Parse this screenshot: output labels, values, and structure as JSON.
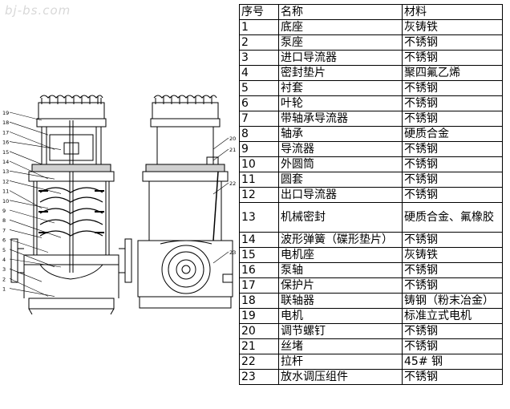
{
  "watermark": "bj-bs.com",
  "drawing": {
    "callouts_left": [
      "19",
      "18",
      "17",
      "16",
      "15",
      "14",
      "13",
      "12",
      "11",
      "10",
      "9",
      "8",
      "7",
      "6",
      "5",
      "4",
      "3",
      "2",
      "1"
    ],
    "callouts_right": [
      "20",
      "21",
      "22",
      "23"
    ]
  },
  "table": {
    "headers": [
      "序号",
      "名称",
      "材料"
    ],
    "rows": [
      [
        "1",
        "底座",
        "灰铸铁"
      ],
      [
        "2",
        "泵座",
        "不锈钢"
      ],
      [
        "3",
        "进口导流器",
        "不锈钢"
      ],
      [
        "4",
        "密封垫片",
        "聚四氟乙烯"
      ],
      [
        "5",
        "衬套",
        "不锈钢"
      ],
      [
        "6",
        "叶轮",
        "不锈钢"
      ],
      [
        "7",
        "带轴承导流器",
        "不锈钢"
      ],
      [
        "8",
        "轴承",
        "硬质合金"
      ],
      [
        "9",
        "导流器",
        "不锈钢"
      ],
      [
        "10",
        "外圆筒",
        "不锈钢"
      ],
      [
        "11",
        "圆套",
        "不锈钢"
      ],
      [
        "12",
        "出口导流器",
        "不锈钢"
      ],
      [
        "13",
        "机械密封",
        "硬质合金、氟橡胶"
      ],
      [
        "14",
        "波形弹簧（碟形垫片）",
        "不锈钢"
      ],
      [
        "15",
        "电机座",
        "灰铸铁"
      ],
      [
        "16",
        "泵轴",
        "不锈钢"
      ],
      [
        "17",
        "保护片",
        "不锈钢"
      ],
      [
        "18",
        "联轴器",
        "铸钢（粉末冶金）"
      ],
      [
        "19",
        "电机",
        "标准立式电机"
      ],
      [
        "20",
        "调节螺钉",
        "不锈钢"
      ],
      [
        "21",
        "丝堵",
        "不锈钢"
      ],
      [
        "22",
        "拉杆",
        "45# 钢"
      ],
      [
        "23",
        "放水调压组件",
        "不锈钢"
      ]
    ]
  }
}
